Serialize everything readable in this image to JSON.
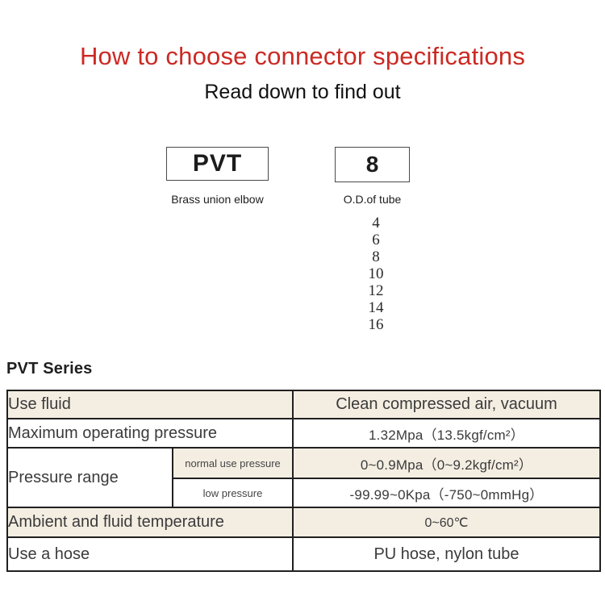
{
  "header": {
    "title": "How to choose connector specifications",
    "subtitle": "Read down to find out"
  },
  "diagram": {
    "code_box": {
      "label": "PVT",
      "caption": "Brass union elbow"
    },
    "size_box": {
      "label": "8",
      "caption": "O.D.of tube"
    },
    "size_options": [
      "4",
      "6",
      "8",
      "10",
      "12",
      "14",
      "16"
    ]
  },
  "series_heading": "PVT Series",
  "spec_table": {
    "use_fluid": {
      "label": "Use fluid",
      "value": "Clean compressed air, vacuum"
    },
    "max_pressure": {
      "label": "Maximum operating pressure",
      "value": "1.32Mpa（13.5kgf/cm²）"
    },
    "pressure_range": {
      "label": "Pressure range",
      "normal": {
        "label": "normal use pressure",
        "value": "0~0.9Mpa（0~9.2kgf/cm²）"
      },
      "low": {
        "label": "low pressure",
        "value": "-99.99~0Kpa（-750~0mmHg）"
      }
    },
    "temperature": {
      "label": "Ambient and fluid temperature",
      "value": "0~60℃"
    },
    "hose": {
      "label": "Use a hose",
      "value": "PU hose, nylon tube"
    }
  },
  "colors": {
    "title": "#cb2a24",
    "stripe": "#f4eee2",
    "border": "#202020",
    "table_text": "#3b3b3b"
  }
}
